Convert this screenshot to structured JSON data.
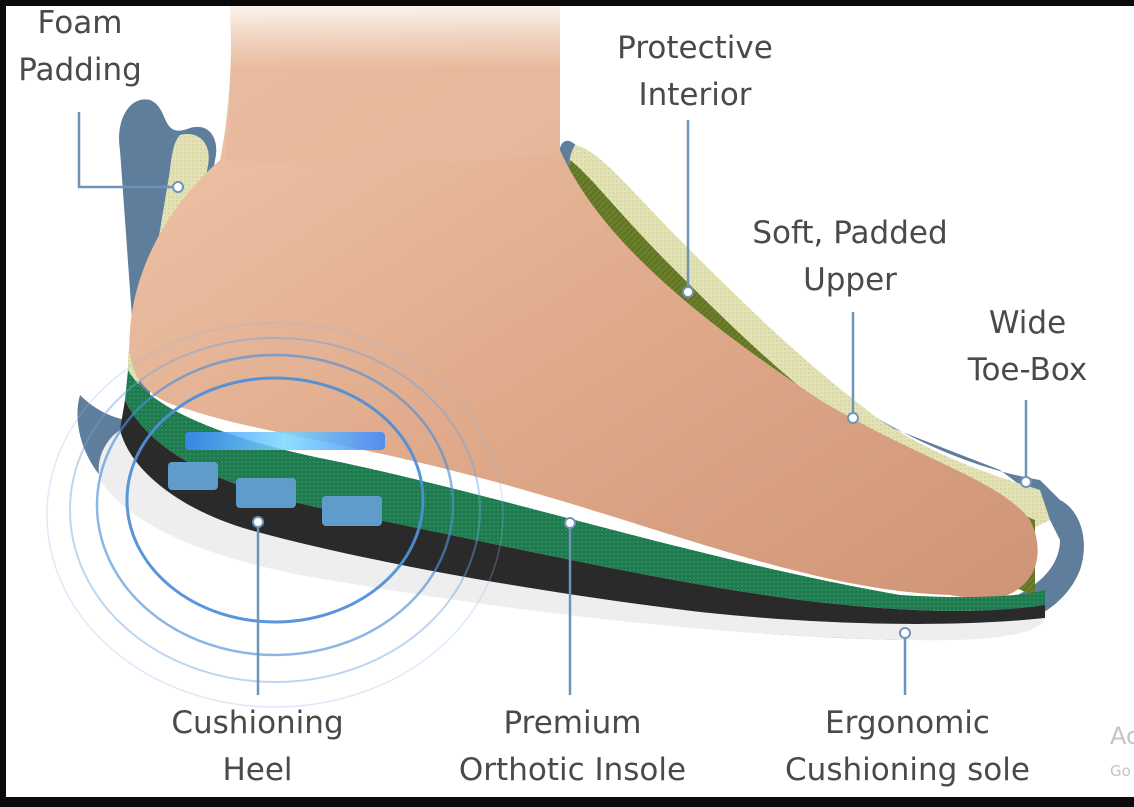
{
  "diagram": {
    "labels": {
      "foam_padding": [
        "Foam",
        "Padding"
      ],
      "protective_interior": [
        "Protective",
        "Interior"
      ],
      "soft_padded_upper": [
        "Soft, Padded",
        "Upper"
      ],
      "wide_toe_box": [
        "Wide",
        "Toe-Box"
      ],
      "cushioning_heel": [
        "Cushioning",
        "Heel"
      ],
      "premium_orthotic_insole": [
        "Premium",
        "Orthotic Insole"
      ],
      "ergonomic_cushioning_sole": [
        "Ergonomic",
        "Cushioning sole"
      ]
    },
    "watermark": {
      "line1": "Ac",
      "line2": "Go"
    },
    "colors": {
      "shell": "#5e7e9b",
      "foam": "#e3e2b5",
      "lining": "#6b7f2a",
      "insole": "#1f7a4f",
      "midsole": "#eeeeee",
      "gel": "#5f9ccb",
      "ring": "#4f8fd8",
      "skin": "#e0b092",
      "label_text": "#4a4a4a",
      "leader": "#6f93b9"
    }
  }
}
